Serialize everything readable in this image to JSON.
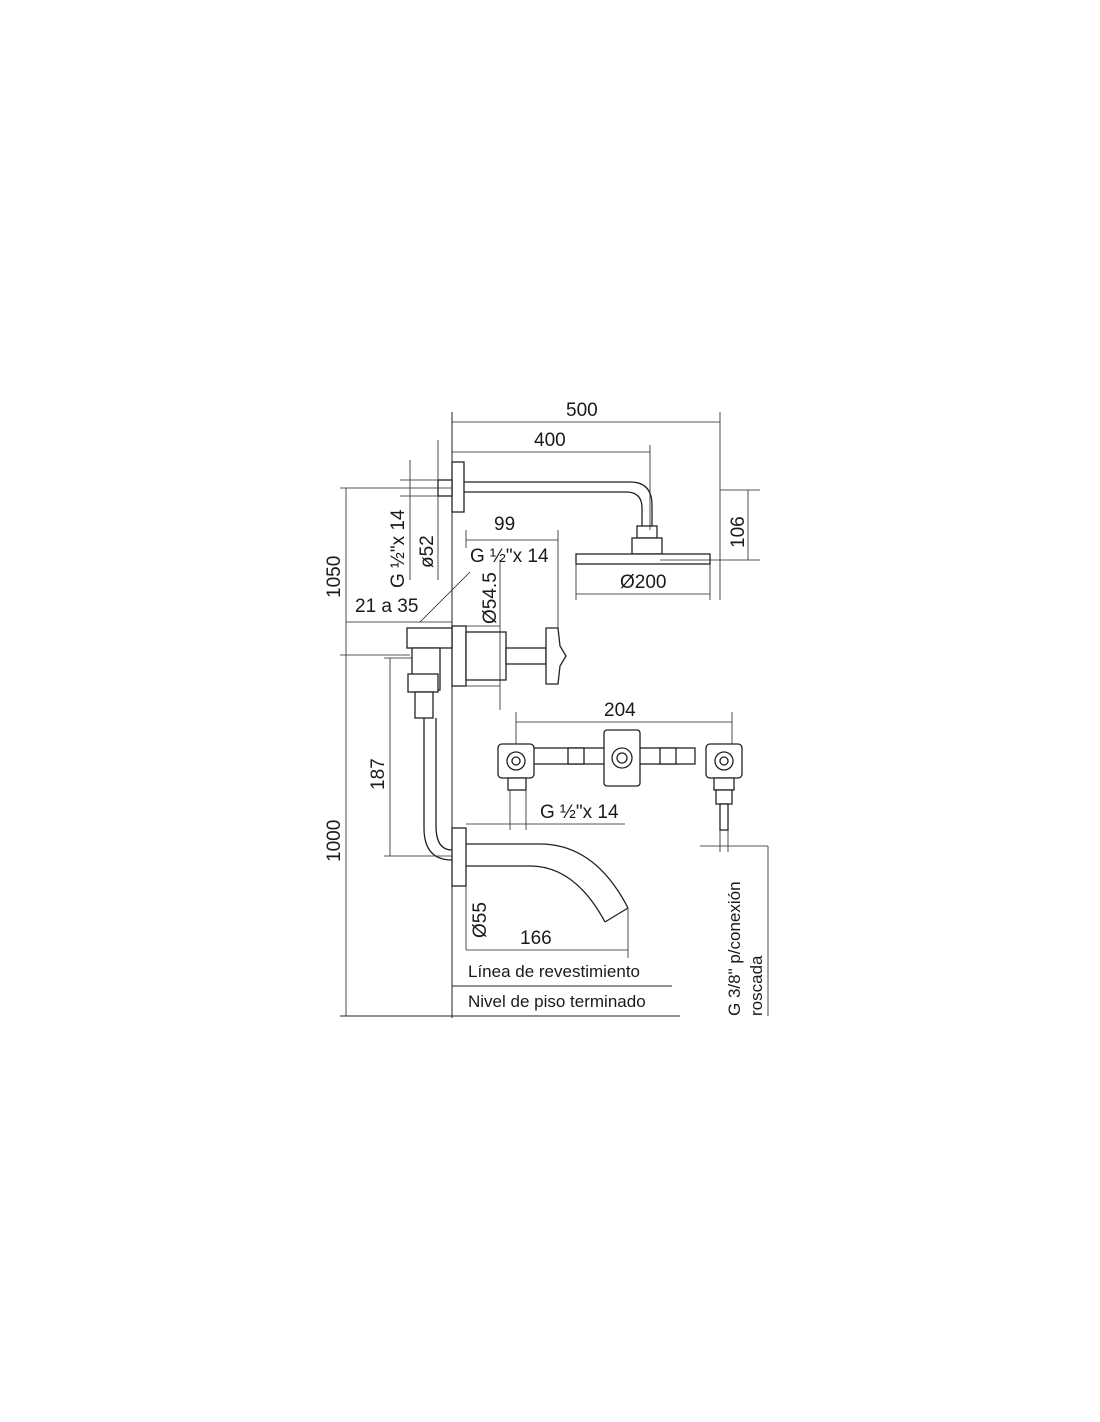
{
  "dimensions": {
    "d500": "500",
    "d400": "400",
    "d106": "106",
    "d99": "99",
    "d200": "Ø200",
    "d52": "ø52",
    "thread_shower": "G ½\"x 14",
    "d1050": "1050",
    "thread_valve": "G ½\"x 14",
    "d545": "Ø54.5",
    "range_21_35": "21 a 35",
    "d187": "187",
    "d1000": "1000",
    "d204": "204",
    "thread_body": "G ½\"x 14",
    "d55": "Ø55",
    "d166": "166"
  },
  "labels": {
    "cladding_line": "Línea de revestimiento",
    "floor_level": "Nivel de piso terminado",
    "connection_line1": "G 3/8\" p/conexión",
    "connection_line2": "roscada"
  }
}
